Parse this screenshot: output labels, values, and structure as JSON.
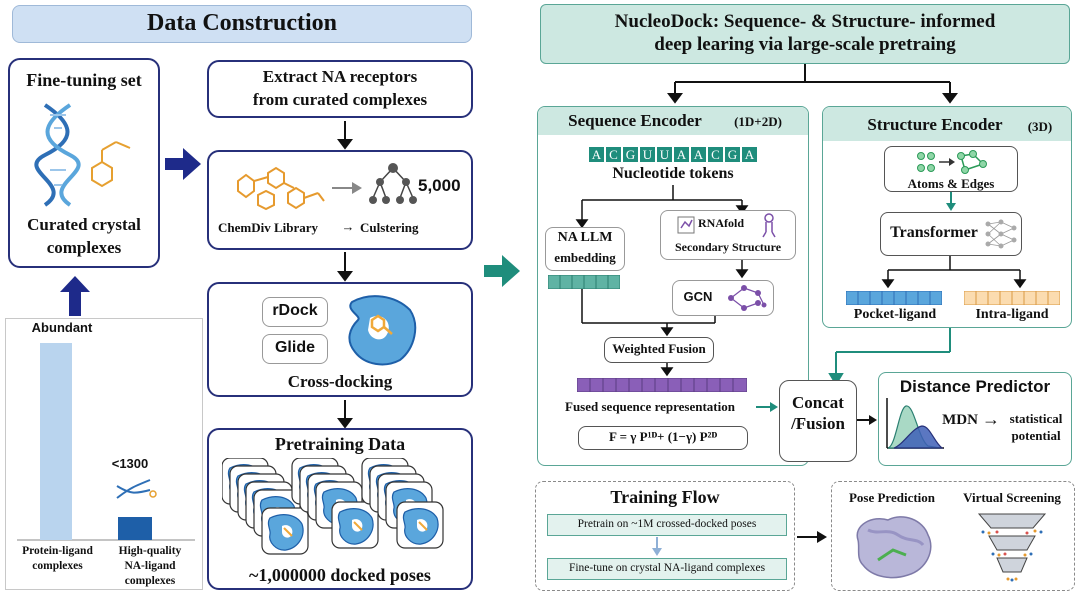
{
  "data_construction": {
    "title": "Data Construction",
    "finetune": {
      "title": "Fine-tuning set",
      "caption_1": "Curated crystal",
      "caption_2": "complexes"
    },
    "extract": {
      "line1": "Extract NA receptors",
      "line2": "from curated complexes"
    },
    "library": {
      "chemdiv": "ChemDiv Library",
      "clustering": "Culstering",
      "count": "5,000"
    },
    "docking": {
      "tool1": "rDock",
      "tool2": "Glide",
      "label": "Cross-docking"
    },
    "pretraining": {
      "title": "Pretraining Data",
      "caption": "~1,000000 docked poses"
    }
  },
  "chart_data": {
    "type": "bar",
    "categories": [
      "Protein-ligand complexes",
      "High-quality NA-ligand complexes"
    ],
    "bar_labels": [
      "Abundant",
      "<1300"
    ],
    "colors": [
      "#b9d4ee",
      "#1e5fa8"
    ]
  },
  "bar_chart_text": {
    "label_abundant": "Abundant",
    "label_small": "<1300",
    "cat1_line1": "Protein-ligand",
    "cat1_line2": "complexes",
    "cat2_line1": "High-quality",
    "cat2_line2": "NA-ligand",
    "cat2_line3": "complexes"
  },
  "nucleodock": {
    "title_line1": "NucleoDock: Sequence- & Structure- informed",
    "title_line2": "deep learing via large-scale pretraing"
  },
  "sequence_encoder": {
    "title": "Sequence Encoder",
    "tag": "(1D+2D)",
    "tokens": [
      "A",
      "C",
      "G",
      "U",
      "U",
      "A",
      "A",
      "C",
      "G",
      "A"
    ],
    "tokens_label": "Nucleotide tokens",
    "llm_line1": "NA LLM",
    "llm_line2": "embedding",
    "rnafold": "RNAfold",
    "secondary": "Secondary Structure",
    "gcn": "GCN",
    "weighted_fusion": "Weighted Fusion",
    "fused_label": "Fused sequence representation",
    "formula": "F = γ P¹ᴰ+ (1−γ) P²ᴰ"
  },
  "structure_encoder": {
    "title": "Structure Encoder",
    "tag": "(3D)",
    "atoms": "Atoms & Edges",
    "transformer": "Transformer",
    "pocket": "Pocket-ligand",
    "intra": "Intra-ligand"
  },
  "concat": {
    "line1": "Concat",
    "line2": "/Fusion"
  },
  "distance_predictor": {
    "title": "Distance Predictor",
    "mdn": "MDN",
    "out_line1": "statistical",
    "out_line2": "potential"
  },
  "training_flow": {
    "title": "Training Flow",
    "step1": "Pretrain on ~1M crossed-docked poses",
    "step2": "Fine-tune on crystal NA-ligand complexes"
  },
  "applications": {
    "pose": "Pose Prediction",
    "virtual": "Virtual Screening"
  },
  "colors": {
    "navy": "#27307a",
    "teal": "#1f8d7c",
    "blue_header": "#cfe0f3",
    "teal_header": "#cde8e1",
    "pocket_blue": "#5aa6dc",
    "ligand_orange": "#f0a93a",
    "purple": "#7b4fa8"
  }
}
